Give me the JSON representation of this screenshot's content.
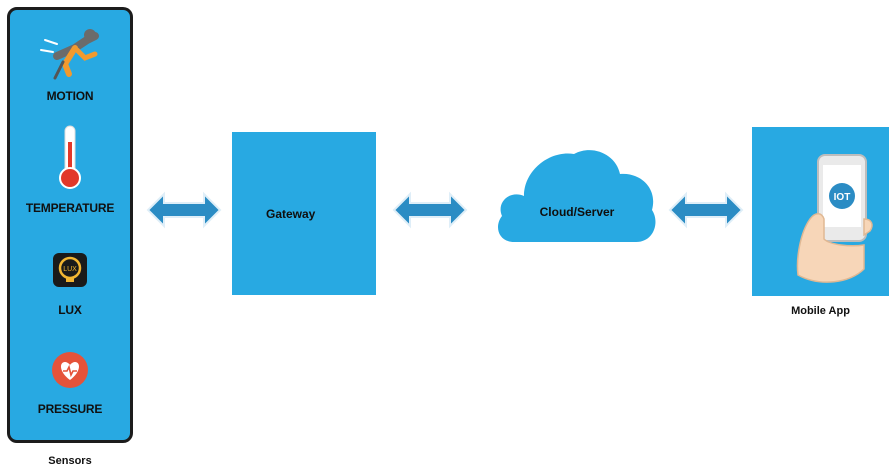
{
  "sensors": {
    "caption": "Sensors",
    "items": [
      {
        "label": "MOTION",
        "icon": "running-person-icon"
      },
      {
        "label": "TEMPERATURE",
        "icon": "thermometer-icon"
      },
      {
        "label": "LUX",
        "icon": "light-bulb-icon"
      },
      {
        "label": "PRESSURE",
        "icon": "heart-pressure-icon"
      }
    ]
  },
  "gateway": {
    "label": "Gateway"
  },
  "cloud": {
    "label": "Cloud/Server"
  },
  "mobile": {
    "caption": "Mobile App",
    "screen_text": "IOT",
    "icon": "hand-holding-phone-icon"
  },
  "arrows": {
    "icon": "double-arrow-icon"
  },
  "colors": {
    "accent_blue": "#28a9e2",
    "arrow_blue": "#2b8cc4",
    "panel_border": "#1c1c1c",
    "label_text": "#111111"
  }
}
